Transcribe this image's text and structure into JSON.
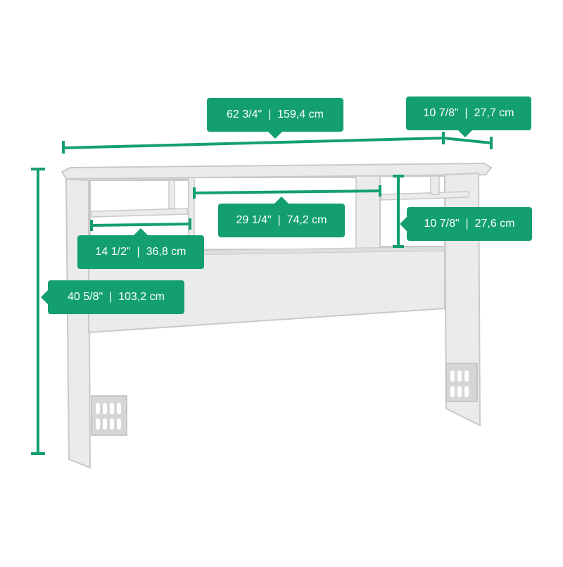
{
  "colors": {
    "accent": "#14a06e",
    "furniture_fill": "#ebebeb",
    "furniture_stroke": "#c9c9c9",
    "vent_fill": "#d6d6d6",
    "label_text": "#ffffff"
  },
  "product": "bookcase-headboard",
  "dimensions": {
    "overall_width": "62 3/4\"  |  159,4 cm",
    "overall_depth": "10 7/8\"  |  27,7 cm",
    "center_opening_width": "29 1/4\"  |  74,2 cm",
    "shelf_opening_height": "10 7/8\"  |  27,6 cm",
    "side_opening_width": "14 1/2\"  |  36,8 cm",
    "overall_height": "40 5/8\"  |  103,2 cm"
  }
}
